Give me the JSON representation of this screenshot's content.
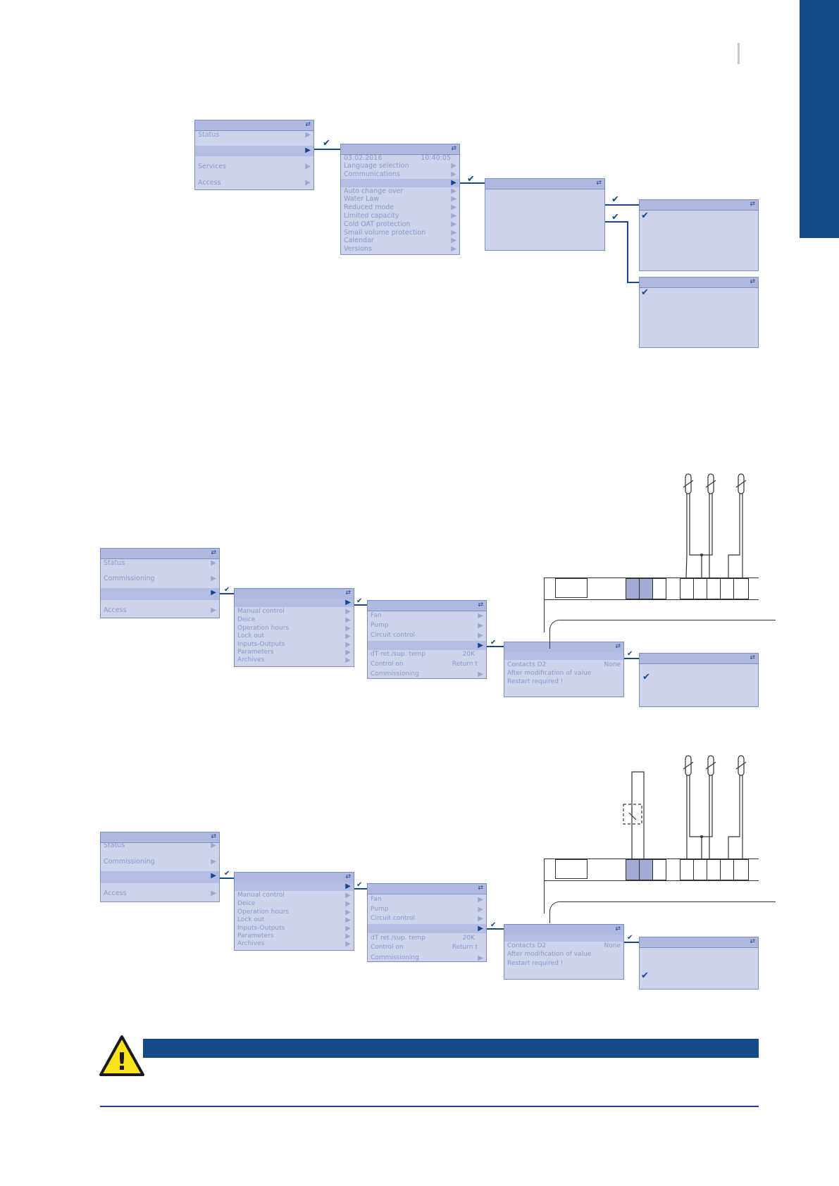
{
  "nav_icon": "⇄",
  "check_glyph": "✔",
  "arrow_glyph": "▶",
  "colors": {
    "brand": "#174a8a",
    "menu_bg": "#cdd3ea",
    "menu_title": "#aeb8e0",
    "menu_text": "#8a9cc9",
    "highlight": "#b4bde3"
  },
  "top_flow": {
    "main_menu": {
      "items": [
        {
          "label": "Status",
          "arrow": true
        },
        {
          "label": "",
          "arrow": true,
          "selected": true
        },
        {
          "label": "Services",
          "arrow": true
        },
        {
          "label": "Access",
          "arrow": true
        }
      ]
    },
    "settings_menu": {
      "date": "03.02.2016",
      "time": "10:40:05",
      "items": [
        {
          "label": "Language selection"
        },
        {
          "label": "Communications"
        },
        {
          "label": "",
          "selected": true
        },
        {
          "label": "Auto change over"
        },
        {
          "label": "Water Law"
        },
        {
          "label": "Reduced mode"
        },
        {
          "label": "Limited capacity"
        },
        {
          "label": "Cold OAT protection"
        },
        {
          "label": "Small volume protection"
        },
        {
          "label": "Calendar"
        },
        {
          "label": "Versions"
        }
      ]
    }
  },
  "flow_2": {
    "main_menu": {
      "items": [
        {
          "label": "Status",
          "arrow": true
        },
        {
          "label": "Commissioning",
          "arrow": true
        },
        {
          "label": "",
          "arrow": true,
          "selected": true
        },
        {
          "label": "Access",
          "arrow": true
        }
      ]
    },
    "services_menu": {
      "items": [
        {
          "label": "",
          "selected": true
        },
        {
          "label": "Manual control"
        },
        {
          "label": "Deice"
        },
        {
          "label": "Operation hours"
        },
        {
          "label": "Lock out"
        },
        {
          "label": "Inputs-Outputs"
        },
        {
          "label": "Parameters"
        },
        {
          "label": "Archives"
        }
      ]
    },
    "parameters_menu": {
      "items": [
        {
          "label": "Fan",
          "arrow": true
        },
        {
          "label": "Pump",
          "arrow": true
        },
        {
          "label": "Circuit control",
          "arrow": true
        },
        {
          "label": "",
          "arrow": true,
          "selected": true
        },
        {
          "label": "dT ret./sup. temp",
          "value": "20K"
        },
        {
          "label": "Control on",
          "value": "Return t"
        },
        {
          "label": "Commissioning",
          "arrow": true
        }
      ]
    },
    "contacts_menu": {
      "items": [
        {
          "label": "",
          "selected": true
        },
        {
          "label": "Contacts D2",
          "value": "None"
        },
        {
          "label": "After modification of value"
        },
        {
          "label": "Restart required !"
        }
      ]
    }
  },
  "flow_3": {
    "main_menu": {
      "items": [
        {
          "label": "Status",
          "arrow": true
        },
        {
          "label": "Commissioning",
          "arrow": true
        },
        {
          "label": "",
          "arrow": true,
          "selected": true
        },
        {
          "label": "Access",
          "arrow": true
        }
      ]
    },
    "services_menu": {
      "items": [
        {
          "label": "",
          "selected": true
        },
        {
          "label": "Manual control"
        },
        {
          "label": "Deice"
        },
        {
          "label": "Operation hours"
        },
        {
          "label": "Lock out"
        },
        {
          "label": "Inputs-Outputs"
        },
        {
          "label": "Parameters"
        },
        {
          "label": "Archives"
        }
      ]
    },
    "parameters_menu": {
      "items": [
        {
          "label": "Fan",
          "arrow": true
        },
        {
          "label": "Pump",
          "arrow": true
        },
        {
          "label": "Circuit control",
          "arrow": true
        },
        {
          "label": "",
          "arrow": true,
          "selected": true
        },
        {
          "label": "dT ret./sup. temp",
          "value": "20K"
        },
        {
          "label": "Control on",
          "value": "Return t"
        },
        {
          "label": "Commissioning",
          "arrow": true
        }
      ]
    },
    "contacts_menu": {
      "items": [
        {
          "label": "",
          "selected": true
        },
        {
          "label": "Contacts D2",
          "value": "None"
        },
        {
          "label": "After modification of value"
        },
        {
          "label": "Restart required !"
        }
      ]
    }
  },
  "warning": {
    "icon": "warning-triangle-icon",
    "symbol": "!"
  }
}
